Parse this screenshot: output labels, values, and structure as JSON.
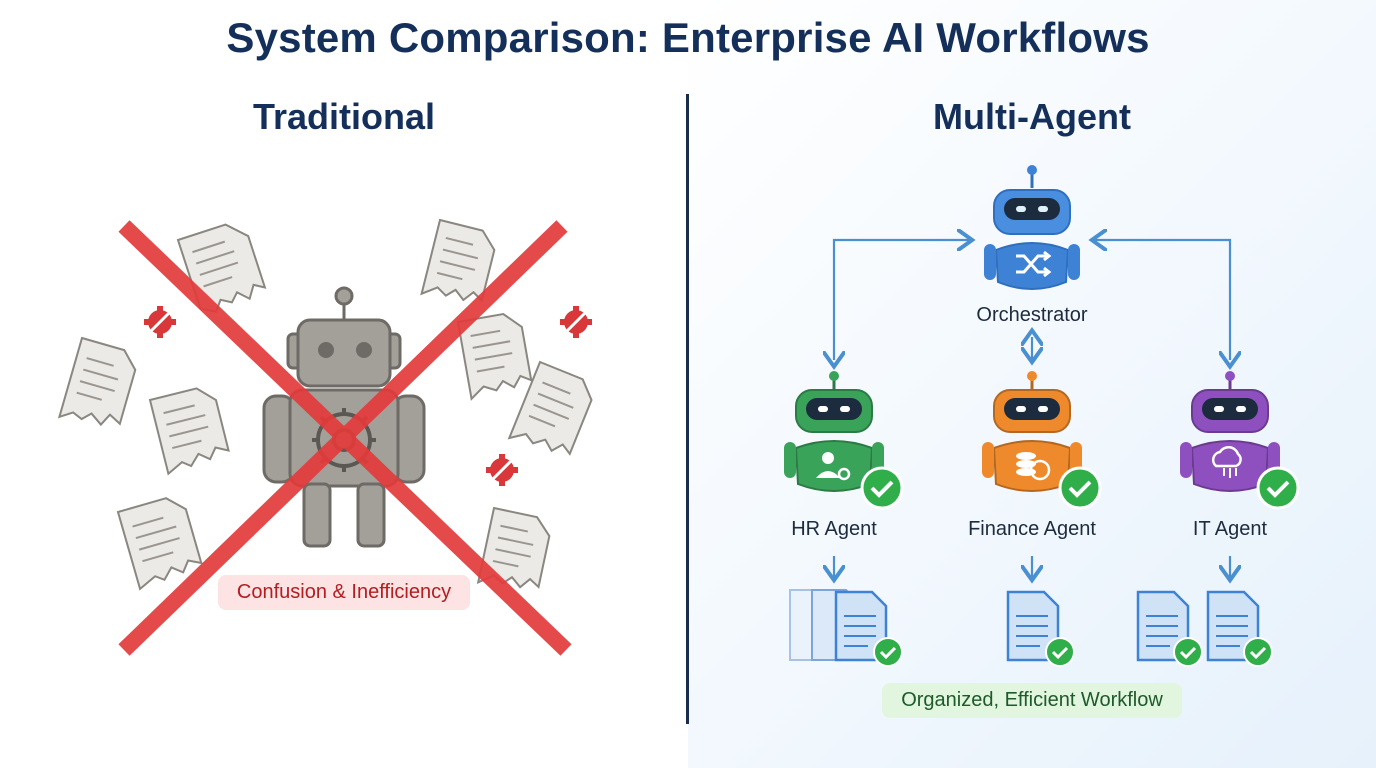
{
  "title": "System Comparison: Enterprise AI Workflows",
  "left": {
    "heading": "Traditional",
    "caption": "Confusion & Inefficiency"
  },
  "right": {
    "heading": "Multi-Agent",
    "orchestrator": "Orchestrator",
    "agents": [
      {
        "label": "HR Agent",
        "color": "#3aa35a"
      },
      {
        "label": "Finance Agent",
        "color": "#ef8a2c"
      },
      {
        "label": "IT Agent",
        "color": "#8e4fbf"
      }
    ],
    "caption": "Organized, Efficient Workflow"
  },
  "colors": {
    "title": "#14305a",
    "cross": "#e33b3b",
    "orchestrator": "#3e82d6",
    "arrow": "#4a8fd0",
    "check": "#2fae4a"
  }
}
